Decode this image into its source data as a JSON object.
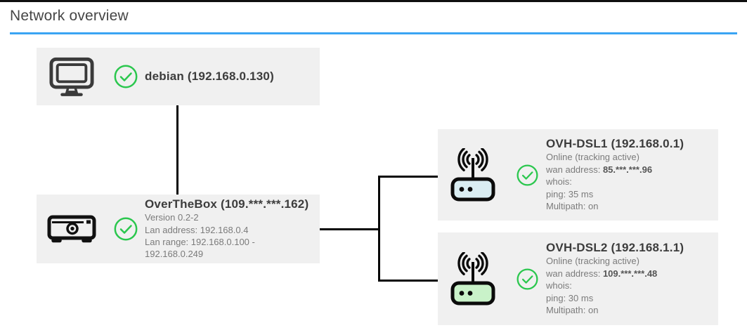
{
  "header": {
    "title": "Network overview"
  },
  "colors": {
    "accent_blue": "#3aa4f3",
    "top_border": "#0f0f0f",
    "node_background": "#f0f0f0",
    "connector": "#050505",
    "check_green": "#2bc74e",
    "title_text": "#3c3c3c",
    "detail_text": "#7b7b7b",
    "router_dsl1_fill": "#d9edf2",
    "router_dsl2_fill": "#c9f2c9"
  },
  "nodes": {
    "debian": {
      "icon": "desktop-monitor-icon",
      "status_icon": "check-circle-icon",
      "title": "debian (192.168.0.130)"
    },
    "overthebox": {
      "icon": "overthebox-device-icon",
      "status_icon": "check-circle-icon",
      "title": "OverTheBox (109.***.***.162)",
      "version": "Version 0.2-2",
      "lan_address": "Lan address: 192.168.0.4",
      "lan_range": "Lan range: 192.168.0.100 - 192.168.0.249"
    },
    "dsl1": {
      "icon": "wifi-router-icon",
      "status_icon": "check-circle-icon",
      "title": "OVH-DSL1 (192.168.0.1)",
      "status": "Online (tracking active)",
      "wan_label": "wan address: ",
      "wan_value": "85.***.***.96",
      "whois": "whois:",
      "ping": "ping: 35 ms",
      "multipath": "Multipath: on"
    },
    "dsl2": {
      "icon": "wifi-router-icon",
      "status_icon": "check-circle-icon",
      "title": "OVH-DSL2 (192.168.1.1)",
      "status": "Online (tracking active)",
      "wan_label": "wan address: ",
      "wan_value": "109.***.***.48",
      "whois": "whois:",
      "ping": "ping: 30 ms",
      "multipath": "Multipath: on"
    }
  }
}
